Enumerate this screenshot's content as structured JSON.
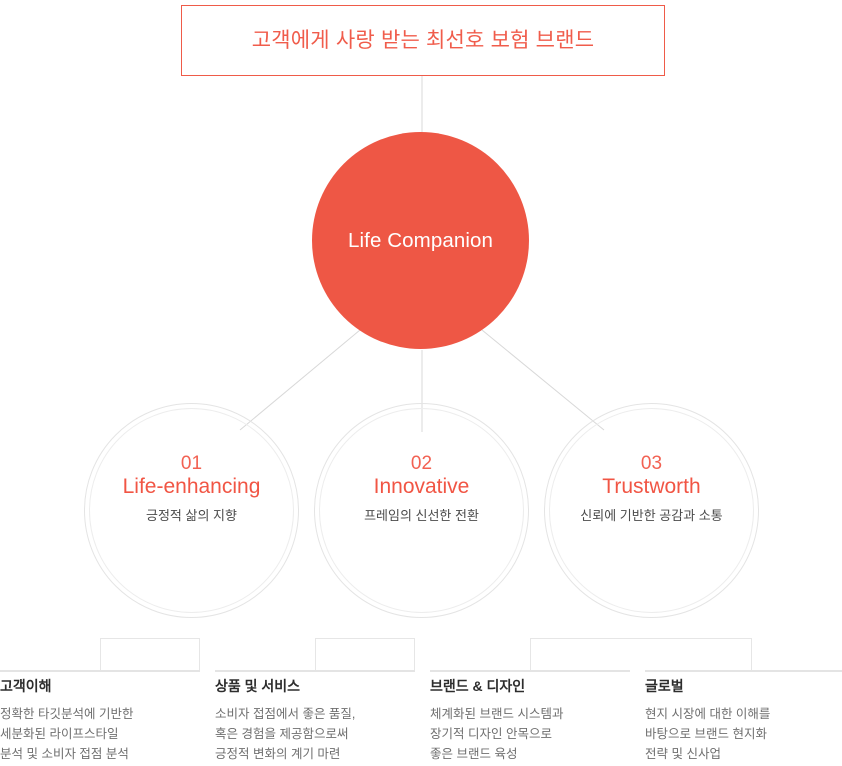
{
  "banner": {
    "text": "고객에게 사랑 받는 최선호 보험 브랜드",
    "border_color": "#ef5b49",
    "text_color": "#f05c4b"
  },
  "core": {
    "label": "Life Companion",
    "fill_color": "#ee5745",
    "text_color": "#ffffff"
  },
  "pillars": [
    {
      "number": "01",
      "title": "Life-enhancing",
      "subtitle": "긍정적 삶의 지향",
      "accent_color": "#f15544"
    },
    {
      "number": "02",
      "title": "Innovative",
      "subtitle": "프레임의 신선한 전환",
      "accent_color": "#f15544"
    },
    {
      "number": "03",
      "title": "Trustworth",
      "subtitle": "신뢰에 기반한 공감과 소통",
      "accent_color": "#f15544"
    }
  ],
  "columns": [
    {
      "title": "고객이해",
      "lines": [
        "정확한 타깃분석에 기반한",
        "세분화된 라이프스타일",
        "분석 및 소비자 접점 분석"
      ]
    },
    {
      "title": "상품 및 서비스",
      "lines": [
        "소비자 접점에서 좋은 품질,",
        "혹은 경험을 제공함으로써",
        "긍정적 변화의 계기 마련"
      ]
    },
    {
      "title": "브랜드 & 디자인",
      "lines": [
        "체계화된 브랜드 시스템과",
        "장기적 디자인 안목으로",
        "좋은 브랜드 육성"
      ]
    },
    {
      "title": "글로벌",
      "lines": [
        "현지 시장에 대한 이해를",
        "바탕으로 브랜드 현지화",
        "전략 및 신사업"
      ]
    }
  ],
  "style": {
    "connector_color": "#d8d8d8",
    "ring_color": "#e4e4e4",
    "rule_color": "#e4e4e4"
  }
}
